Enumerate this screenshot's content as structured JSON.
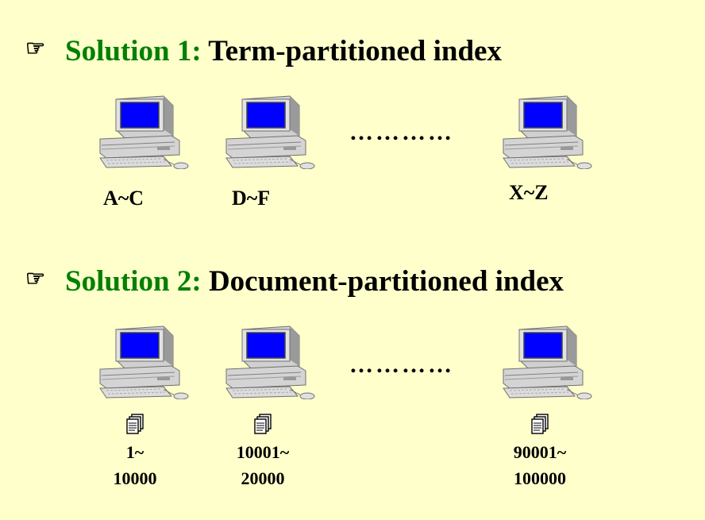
{
  "solution1": {
    "prefix": "Solution 1:",
    "title": "Term-partitioned index",
    "nodes": [
      "A~C",
      "D~F",
      "X~Z"
    ],
    "ellipsis": "…………"
  },
  "solution2": {
    "prefix": "Solution 2:",
    "title": "Document-partitioned index",
    "nodes": [
      {
        "start": "1~",
        "end": "10000"
      },
      {
        "start": "10001~",
        "end": "20000"
      },
      {
        "start": "90001~",
        "end": "100000"
      }
    ],
    "ellipsis": "…………"
  },
  "icons": {
    "bullet": "pointing-hand-icon",
    "computer": "desktop-computer-icon",
    "documents": "document-stack-icon"
  },
  "colors": {
    "background": "#ffffcc",
    "accent": "#008000",
    "screen": "#0000ff"
  }
}
